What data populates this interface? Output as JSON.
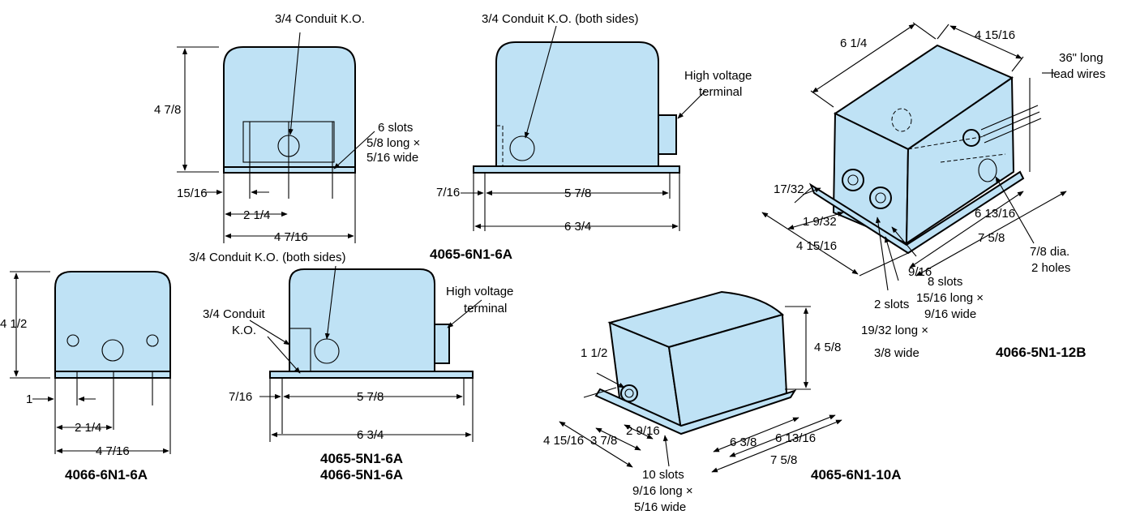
{
  "colors": {
    "body_fill": "#bfe2f5",
    "outline": "#000000",
    "background": "#ffffff"
  },
  "views": {
    "top_left": {
      "conduit": "3/4 Conduit K.O.",
      "height": "4 7/8",
      "slots": "6 slots",
      "slot_length": "5/8 long ×",
      "slot_width": "5/16 wide",
      "offset": "15/16",
      "spacing": "2 1/4",
      "width": "4 7/16"
    },
    "top_mid": {
      "conduit": "3/4 Conduit K.O. (both sides)",
      "terminal_line1": "High voltage",
      "terminal_line2": "terminal",
      "offset": "7/16",
      "inner_width": "5 7/8",
      "width": "6 3/4",
      "model": "4065-6N1-6A"
    },
    "bottom_left": {
      "height": "4 1/2",
      "offset": "1",
      "spacing": "2 1/4",
      "width": "4 7/16",
      "model": "4066-6N1-6A"
    },
    "bottom_mid": {
      "conduit": "3/4 Conduit K.O. (both sides)",
      "conduit2_line1": "3/4 Conduit",
      "conduit2_line2": "K.O.",
      "terminal_line1": "High voltage",
      "terminal_line2": "terminal",
      "offset": "7/16",
      "inner_width": "5 7/8",
      "width": "6 3/4",
      "model_line1": "4065-5N1-6A",
      "model_line2": "4066-5N1-6A"
    },
    "bottom_right": {
      "lead": "1 1/2",
      "height": "4 5/8",
      "depth1": "4 15/16",
      "depth2": "3 7/8",
      "depth3": "2 9/16",
      "side1": "6 3/8",
      "side2": "6 13/16",
      "side3": "7 5/8",
      "slots": "10 slots",
      "slot_length": "9/16 long ×",
      "slot_width": "5/16 wide",
      "model": "4065-6N1-10A"
    },
    "top_right": {
      "top_width": "6 1/4",
      "top_depth": "4 15/16",
      "leads_line1": "36\" long",
      "leads_line2": "lead wires",
      "off1": "17/32",
      "off2": "1 9/32",
      "off3": "4 15/16",
      "off4": "9/16",
      "side1": "6 13/16",
      "side2": "7 5/8",
      "holes_line1": "7/8 dia.",
      "holes_line2": "2 holes",
      "slots8": "8 slots",
      "slots8_length": "15/16 long ×",
      "slots8_width": "9/16 wide",
      "slots2": "2 slots",
      "slots2_length": "19/32 long ×",
      "slots2_width": "3/8 wide",
      "model": "4066-5N1-12B"
    }
  }
}
